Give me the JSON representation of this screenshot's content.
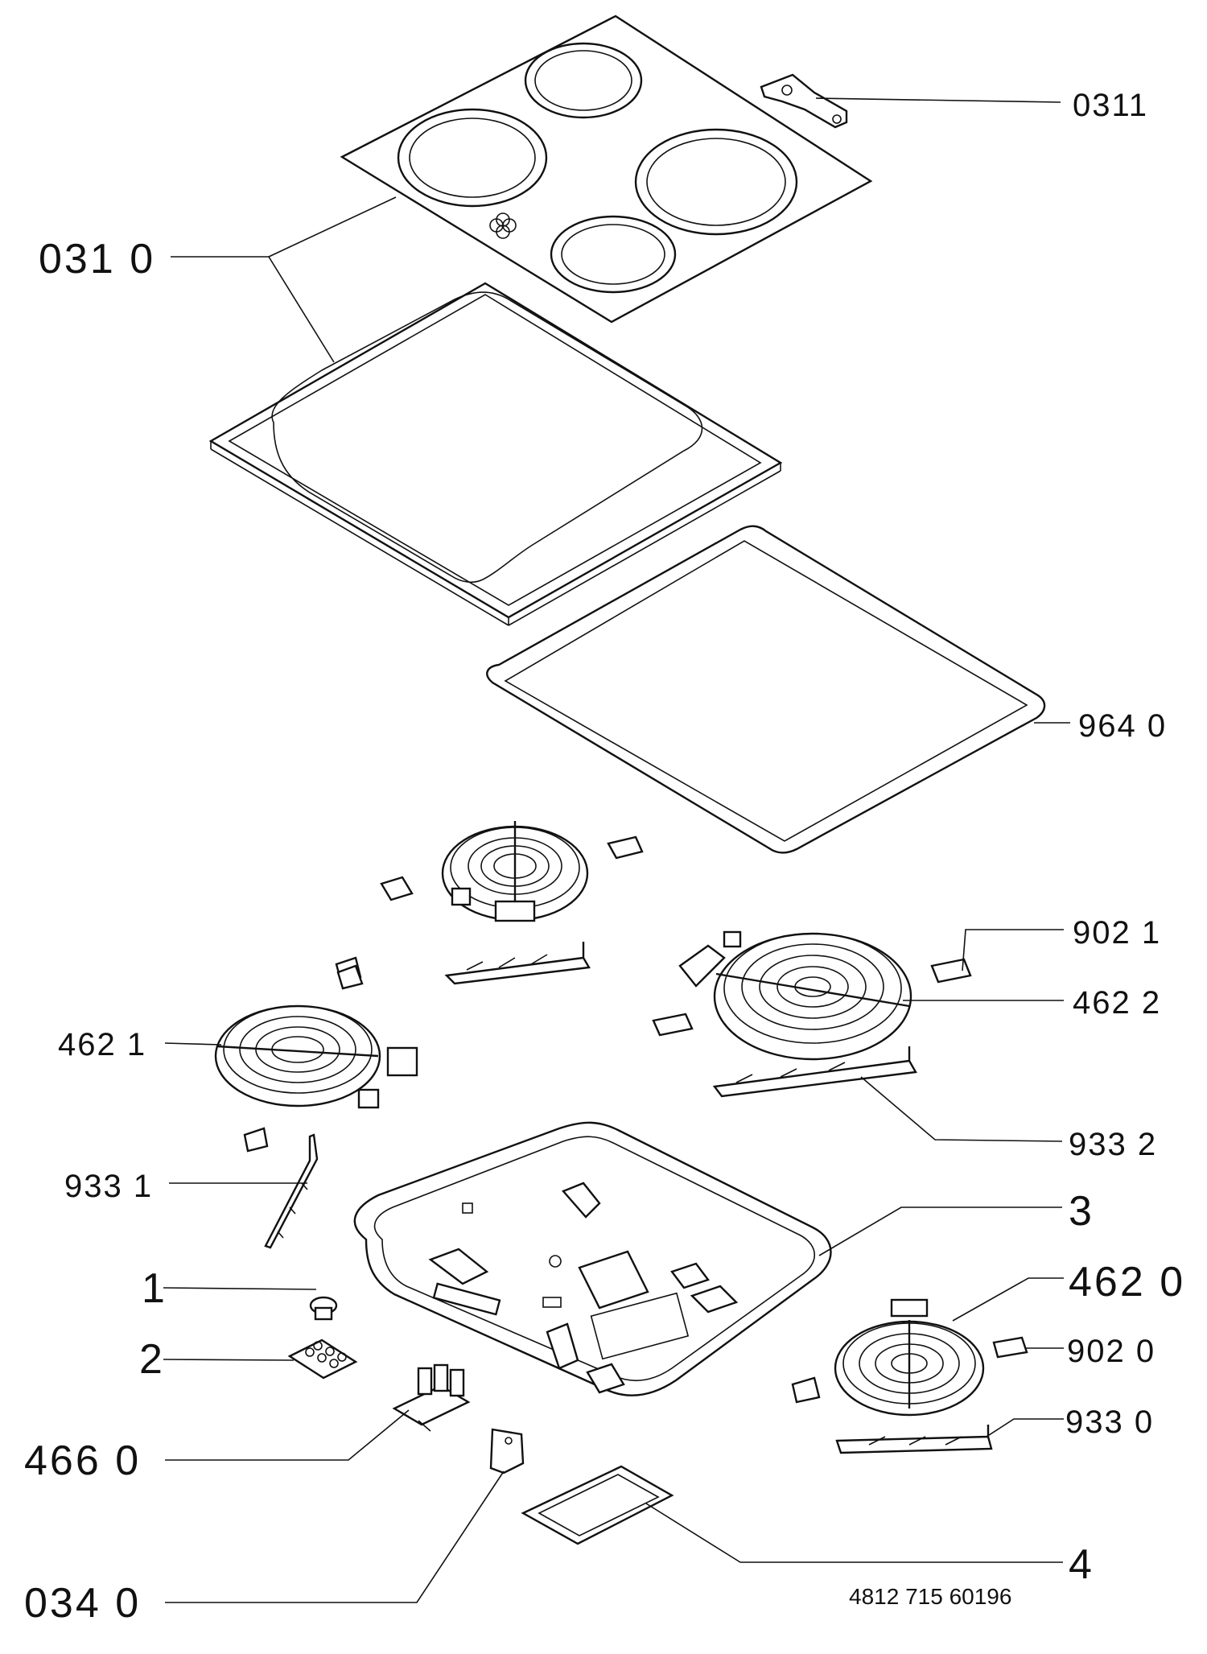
{
  "diagram": {
    "document_number": "4812 715 60196",
    "callouts": [
      {
        "id": "0311",
        "text": "0311"
      },
      {
        "id": "031_0",
        "text": "031 0"
      },
      {
        "id": "964_0",
        "text": "964 0"
      },
      {
        "id": "902_1",
        "text": "902 1"
      },
      {
        "id": "462_2",
        "text": "462 2"
      },
      {
        "id": "462_1",
        "text": "462 1"
      },
      {
        "id": "933_2",
        "text": "933 2"
      },
      {
        "id": "933_1",
        "text": "933 1"
      },
      {
        "id": "3",
        "text": "3"
      },
      {
        "id": "1",
        "text": "1"
      },
      {
        "id": "462_0",
        "text": "462 0"
      },
      {
        "id": "2",
        "text": "2"
      },
      {
        "id": "902_0",
        "text": "902 0"
      },
      {
        "id": "466_0",
        "text": "466 0"
      },
      {
        "id": "933_0",
        "text": "933 0"
      },
      {
        "id": "4",
        "text": "4"
      },
      {
        "id": "034_0",
        "text": "034 0"
      }
    ]
  }
}
